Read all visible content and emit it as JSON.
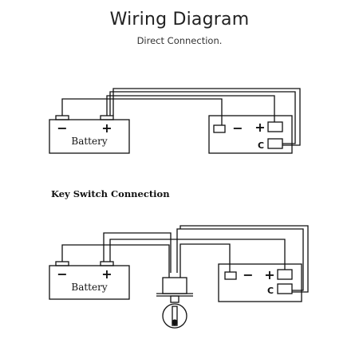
{
  "header": {
    "title": "Wiring Diagram",
    "subtitle": "Direct Connection."
  },
  "direct": {
    "battery_label": "Battery",
    "battery_neg": "−",
    "battery_pos": "+",
    "controller_neg": "−",
    "controller_pos": "+",
    "controller_c": "C"
  },
  "key_switch": {
    "heading": "Key Switch Connection",
    "battery_label": "Battery",
    "battery_neg": "−",
    "battery_pos": "+",
    "controller_neg": "−",
    "controller_pos": "+",
    "controller_c": "C"
  }
}
